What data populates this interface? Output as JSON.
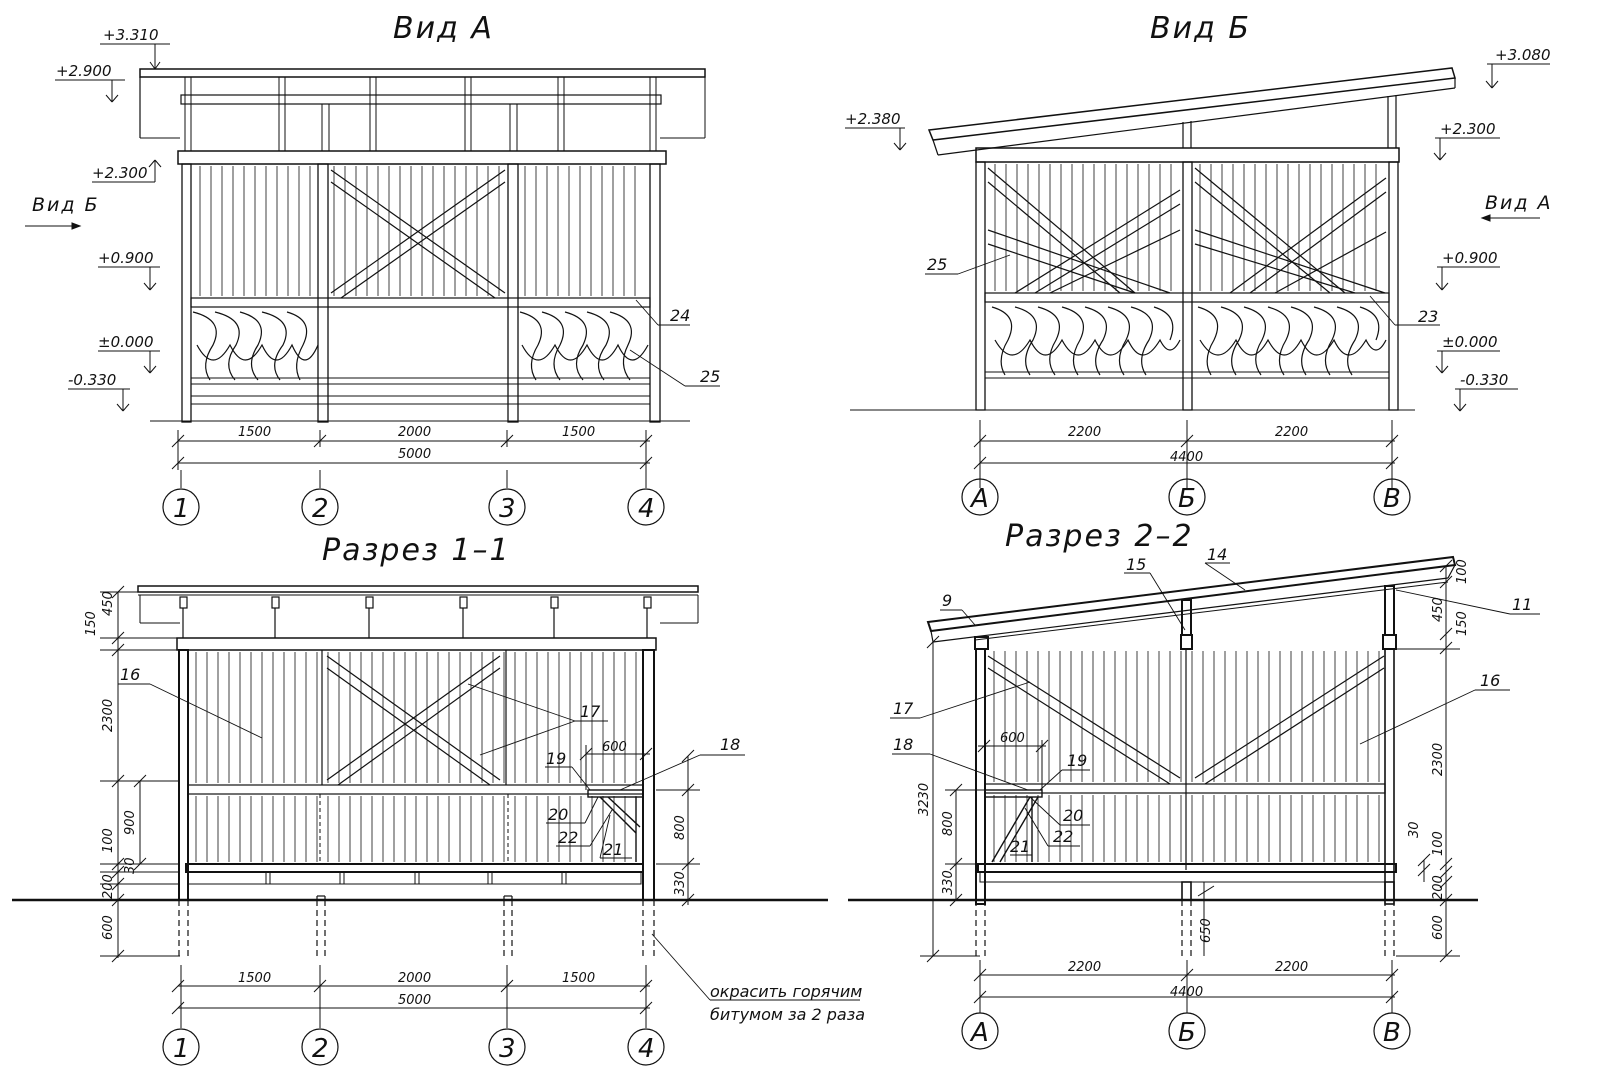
{
  "views": {
    "view_a": {
      "title": "Вид А",
      "levels": [
        "+3.310",
        "+2.900",
        "+2.300",
        "+0.900",
        "±0.000",
        "-0.330"
      ],
      "view_ref": "Вид Б",
      "dims": [
        "1500",
        "2000",
        "1500",
        "5000"
      ],
      "axes": [
        "1",
        "2",
        "3",
        "4"
      ],
      "callouts": [
        "24",
        "25"
      ]
    },
    "view_b": {
      "title": "Вид Б",
      "levels": [
        "+2.380",
        "+3.080",
        "+2.300",
        "+0.900",
        "±0.000",
        "-0.330"
      ],
      "view_ref": "Вид А",
      "dims": [
        "2200",
        "2200",
        "4400"
      ],
      "axes": [
        "А",
        "Б",
        "В"
      ],
      "callouts": [
        "25",
        "23"
      ]
    },
    "section_1": {
      "title": "Разрез 1–1",
      "dims_vertical": [
        "450",
        "150",
        "2300",
        "900",
        "100",
        "30",
        "200",
        "600",
        "800",
        "330"
      ],
      "dims": [
        "1500",
        "2000",
        "1500",
        "5000",
        "600"
      ],
      "axes": [
        "1",
        "2",
        "3",
        "4"
      ],
      "callouts": [
        "16",
        "17",
        "18",
        "19",
        "20",
        "22",
        "21"
      ],
      "note_line1": "окрасить горячим",
      "note_line2": "битумом за 2 раза"
    },
    "section_2": {
      "title": "Разрез 2–2",
      "dims_vertical": [
        "100",
        "450",
        "150",
        "2300",
        "3230",
        "800",
        "330",
        "30",
        "100",
        "200",
        "650",
        "600"
      ],
      "dims": [
        "2200",
        "2200",
        "4400",
        "600"
      ],
      "axes": [
        "А",
        "Б",
        "В"
      ],
      "callouts": [
        "9",
        "15",
        "14",
        "11",
        "16",
        "17",
        "18",
        "19",
        "20",
        "22",
        "21"
      ]
    }
  }
}
